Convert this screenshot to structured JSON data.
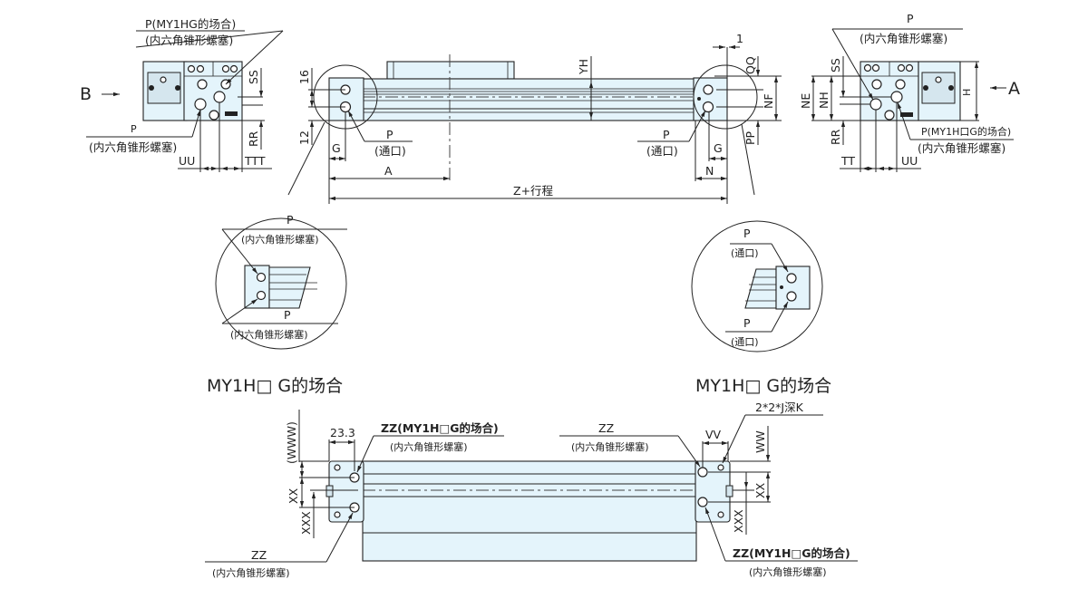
{
  "diagram": {
    "title": "MY1H rodless cylinder dimension drawing",
    "colors": {
      "body_fill": "#e4f4fb",
      "line": "#222222",
      "background": "#ffffff"
    },
    "left_end_view": {
      "arrow_label": "B",
      "top_port_label": "P(MY1HG的场合)",
      "top_port_sub": "(内六角锥形螺塞)",
      "bottom_port_label": "P",
      "bottom_port_sub": "(内六角锥形螺塞)",
      "dims": {
        "ss": "SS",
        "rr": "RR",
        "uu": "UU",
        "ttt": "TTT"
      }
    },
    "front_view": {
      "dims": {
        "d16": "16",
        "d12": "12",
        "g_left": "G",
        "a": "A",
        "z_stroke": "Z+行程",
        "yh": "YH",
        "one": "1",
        "qq": "QQ",
        "nf": "NF",
        "pp": "PP",
        "n": "N",
        "g_right": "G"
      },
      "left_port": {
        "label": "P",
        "sub": "(通口)"
      },
      "right_port": {
        "label": "P",
        "sub": "(通口)"
      }
    },
    "right_end_view": {
      "arrow_label": "A",
      "top_port_label": "P",
      "top_port_sub": "(内六角锥形螺塞)",
      "bottom_port_label": "P(MY1H口G的场合)",
      "bottom_port_sub": "(内六角锥形螺塞)",
      "dims": {
        "ss": "SS",
        "ne": "NE",
        "nh": "NH",
        "rr": "RR",
        "h": "H",
        "tt": "TT",
        "uu": "UU"
      }
    },
    "detail_left": {
      "top_label": "P",
      "top_sub": "(内六角锥形螺塞)",
      "bottom_label": "P",
      "bottom_sub": "(内六角锥形螺塞)",
      "caption": "MY1H□ G的场合"
    },
    "detail_right": {
      "top_label": "P",
      "top_sub": "(通口)",
      "bottom_label": "P",
      "bottom_sub": "(通口)",
      "caption": "MY1H□ G的场合"
    },
    "bottom_view": {
      "dims": {
        "www": "(WWW)",
        "d23": "23.3",
        "xx_left": "XX",
        "xxx_left": "XXX",
        "vv": "VV",
        "ww": "WW",
        "xx_right": "XX",
        "xxx_right": "XXX"
      },
      "top_left_label": "ZZ(MY1H□G的场合)",
      "top_left_sub": "(内六角锥形螺塞)",
      "top_right_label": "ZZ",
      "top_right_sub": "(内六角锥形螺塞)",
      "mount_holes_label": "2*2*J深K",
      "bottom_left_label": "ZZ",
      "bottom_left_sub": "(内六角锥形螺塞)",
      "bottom_right_label": "ZZ(MY1H□G的场合)",
      "bottom_right_sub": "(内六角锥形螺塞)"
    }
  }
}
